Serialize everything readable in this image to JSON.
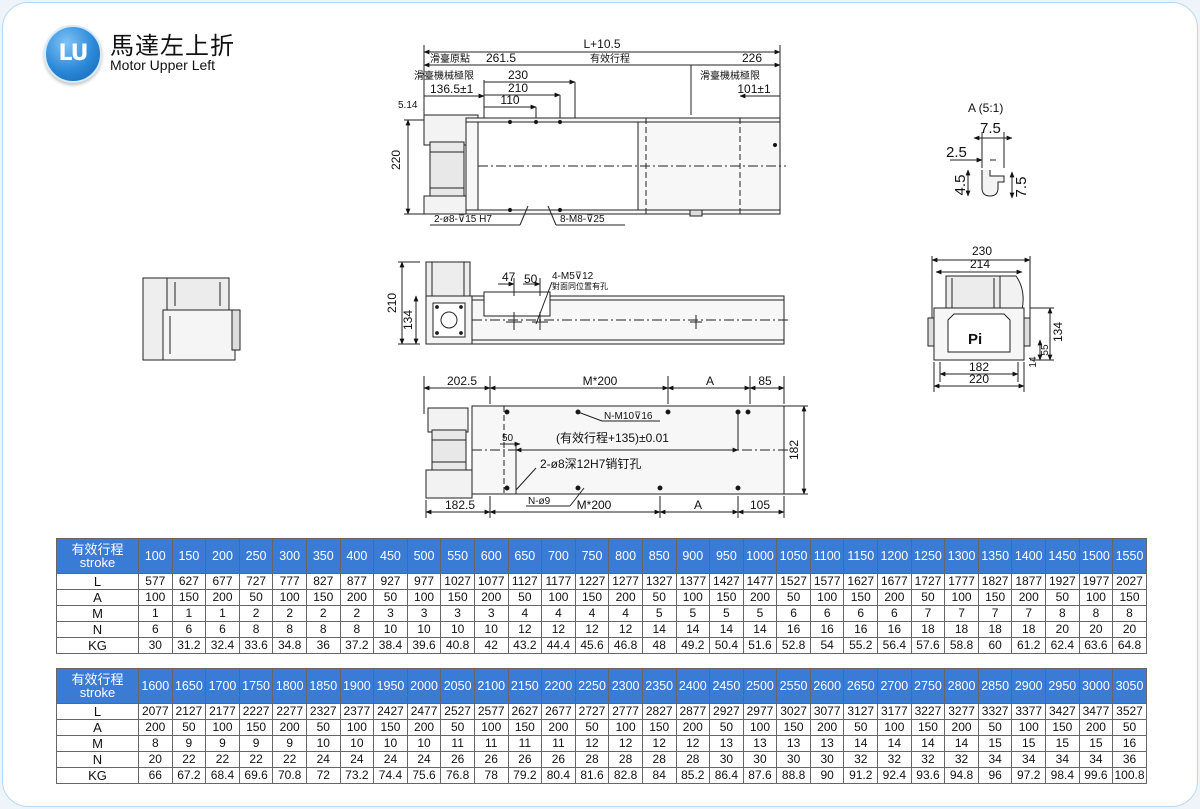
{
  "header": {
    "logo_text": "LU",
    "title_zh": "馬達左上折",
    "title_en": "Motor Upper Left"
  },
  "top_view": {
    "dim_total": "L+10.5",
    "dim_origin_label": "滑臺原點",
    "dim_origin": "261.5",
    "dim_stroke_label": "有效行程",
    "dim_right": "226",
    "dim_left_limit_label": "滑臺機械極限",
    "dim_left_limit": "136.5±1",
    "dim_right_limit_label": "滑臺機械極限",
    "dim_right_limit": "101±1",
    "dim_230": "230",
    "dim_210": "210",
    "dim_110": "110",
    "dim_514": "5.14",
    "dim_height": "220",
    "callout_pin": "2-ø8-⊽15 H7",
    "callout_thread": "8-M8-⊽25"
  },
  "detail_a": {
    "title": "A (5:1)",
    "d_75_top": "7.5",
    "d_25": "2.5",
    "d_45": "4.5",
    "d_75_side": "7.5"
  },
  "front_view": {
    "d_210": "210",
    "d_134": "134",
    "d_47": "47",
    "d_50": "50",
    "callout": "4-M5⊽12",
    "callout_note": "對面同位置有孔"
  },
  "end_view": {
    "d_230": "230",
    "d_214": "214",
    "d_134": "134",
    "d_55": "55",
    "d_14": "14",
    "d_182": "182",
    "d_220": "220",
    "logo": "Pi"
  },
  "bottom_view": {
    "d_2025": "202.5",
    "d_m200_top": "M*200",
    "d_a_top": "A",
    "d_85": "85",
    "callout_m10": "N-M10⊽16",
    "callout_stroke": "(有效行程+135)±0.01",
    "d_50": "50",
    "callout_pin": "2-ø8深12H7销钉孔",
    "d_182": "182",
    "callout_n9": "N-ø9",
    "d_1825": "182.5",
    "d_m200_bot": "M*200",
    "d_a_bot": "A",
    "d_105": "105"
  },
  "table_labels": {
    "head_zh": "有效行程",
    "head_en": "stroke",
    "rows": [
      "L",
      "A",
      "M",
      "N",
      "KG"
    ]
  },
  "table1": {
    "stroke": [
      "100",
      "150",
      "200",
      "250",
      "300",
      "350",
      "400",
      "450",
      "500",
      "550",
      "600",
      "650",
      "700",
      "750",
      "800",
      "850",
      "900",
      "950",
      "1000",
      "1050",
      "1100",
      "1150",
      "1200",
      "1250",
      "1300",
      "1350",
      "1400",
      "1450",
      "1500",
      "1550"
    ],
    "L": [
      "577",
      "627",
      "677",
      "727",
      "777",
      "827",
      "877",
      "927",
      "977",
      "1027",
      "1077",
      "1127",
      "1177",
      "1227",
      "1277",
      "1327",
      "1377",
      "1427",
      "1477",
      "1527",
      "1577",
      "1627",
      "1677",
      "1727",
      "1777",
      "1827",
      "1877",
      "1927",
      "1977",
      "2027"
    ],
    "A": [
      "100",
      "150",
      "200",
      "50",
      "100",
      "150",
      "200",
      "50",
      "100",
      "150",
      "200",
      "50",
      "100",
      "150",
      "200",
      "50",
      "100",
      "150",
      "200",
      "50",
      "100",
      "150",
      "200",
      "50",
      "100",
      "150",
      "200",
      "50",
      "100",
      "150"
    ],
    "M": [
      "1",
      "1",
      "1",
      "2",
      "2",
      "2",
      "2",
      "3",
      "3",
      "3",
      "3",
      "4",
      "4",
      "4",
      "4",
      "5",
      "5",
      "5",
      "5",
      "6",
      "6",
      "6",
      "6",
      "7",
      "7",
      "7",
      "7",
      "8",
      "8",
      "8"
    ],
    "N": [
      "6",
      "6",
      "6",
      "8",
      "8",
      "8",
      "8",
      "10",
      "10",
      "10",
      "10",
      "12",
      "12",
      "12",
      "12",
      "14",
      "14",
      "14",
      "14",
      "16",
      "16",
      "16",
      "16",
      "18",
      "18",
      "18",
      "18",
      "20",
      "20",
      "20"
    ],
    "KG": [
      "30",
      "31.2",
      "32.4",
      "33.6",
      "34.8",
      "36",
      "37.2",
      "38.4",
      "39.6",
      "40.8",
      "42",
      "43.2",
      "44.4",
      "45.6",
      "46.8",
      "48",
      "49.2",
      "50.4",
      "51.6",
      "52.8",
      "54",
      "55.2",
      "56.4",
      "57.6",
      "58.8",
      "60",
      "61.2",
      "62.4",
      "63.6",
      "64.8"
    ]
  },
  "table2": {
    "stroke": [
      "1600",
      "1650",
      "1700",
      "1750",
      "1800",
      "1850",
      "1900",
      "1950",
      "2000",
      "2050",
      "2100",
      "2150",
      "2200",
      "2250",
      "2300",
      "2350",
      "2400",
      "2450",
      "2500",
      "2550",
      "2600",
      "2650",
      "2700",
      "2750",
      "2800",
      "2850",
      "2900",
      "2950",
      "3000",
      "3050"
    ],
    "L": [
      "2077",
      "2127",
      "2177",
      "2227",
      "2277",
      "2327",
      "2377",
      "2427",
      "2477",
      "2527",
      "2577",
      "2627",
      "2677",
      "2727",
      "2777",
      "2827",
      "2877",
      "2927",
      "2977",
      "3027",
      "3077",
      "3127",
      "3177",
      "3227",
      "3277",
      "3327",
      "3377",
      "3427",
      "3477",
      "3527"
    ],
    "A": [
      "200",
      "50",
      "100",
      "150",
      "200",
      "50",
      "100",
      "150",
      "200",
      "50",
      "100",
      "150",
      "200",
      "50",
      "100",
      "150",
      "200",
      "50",
      "100",
      "150",
      "200",
      "50",
      "100",
      "150",
      "200",
      "50",
      "100",
      "150",
      "200",
      "50"
    ],
    "M": [
      "8",
      "9",
      "9",
      "9",
      "9",
      "10",
      "10",
      "10",
      "10",
      "11",
      "11",
      "11",
      "11",
      "12",
      "12",
      "12",
      "12",
      "13",
      "13",
      "13",
      "13",
      "14",
      "14",
      "14",
      "14",
      "15",
      "15",
      "15",
      "15",
      "16"
    ],
    "N": [
      "20",
      "22",
      "22",
      "22",
      "22",
      "24",
      "24",
      "24",
      "24",
      "26",
      "26",
      "26",
      "26",
      "28",
      "28",
      "28",
      "28",
      "30",
      "30",
      "30",
      "30",
      "32",
      "32",
      "32",
      "32",
      "34",
      "34",
      "34",
      "34",
      "36"
    ],
    "KG": [
      "66",
      "67.2",
      "68.4",
      "69.6",
      "70.8",
      "72",
      "73.2",
      "74.4",
      "75.6",
      "76.8",
      "78",
      "79.2",
      "80.4",
      "81.6",
      "82.8",
      "84",
      "85.2",
      "86.4",
      "87.6",
      "88.8",
      "90",
      "91.2",
      "92.4",
      "93.6",
      "94.8",
      "96",
      "97.2",
      "98.4",
      "99.6",
      "100.8"
    ]
  },
  "colors": {
    "header_blue": "#3a7bd5",
    "border_blue": "#b9d7f2"
  }
}
